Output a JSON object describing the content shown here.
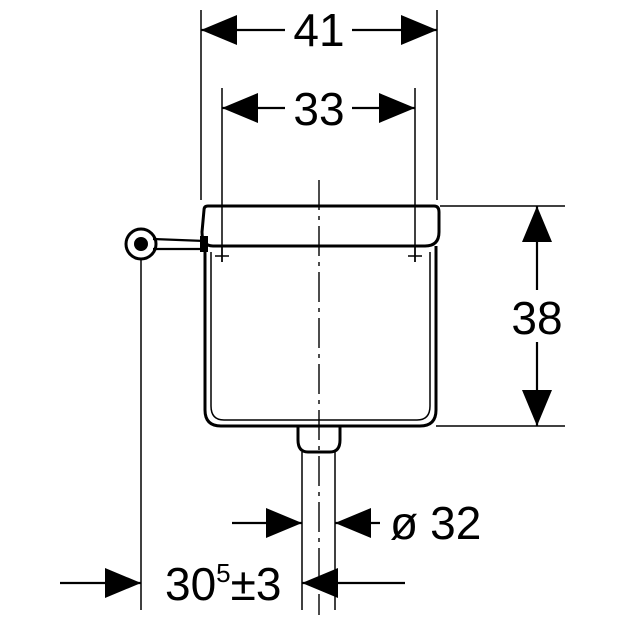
{
  "dimensions": {
    "overall_width": "41",
    "inner_width": "33",
    "height": "38",
    "outlet_diameter_symbol": "ø",
    "outlet_diameter_value": "32",
    "offset_base": "30",
    "offset_superscript": "5",
    "offset_tolerance": "±3"
  }
}
